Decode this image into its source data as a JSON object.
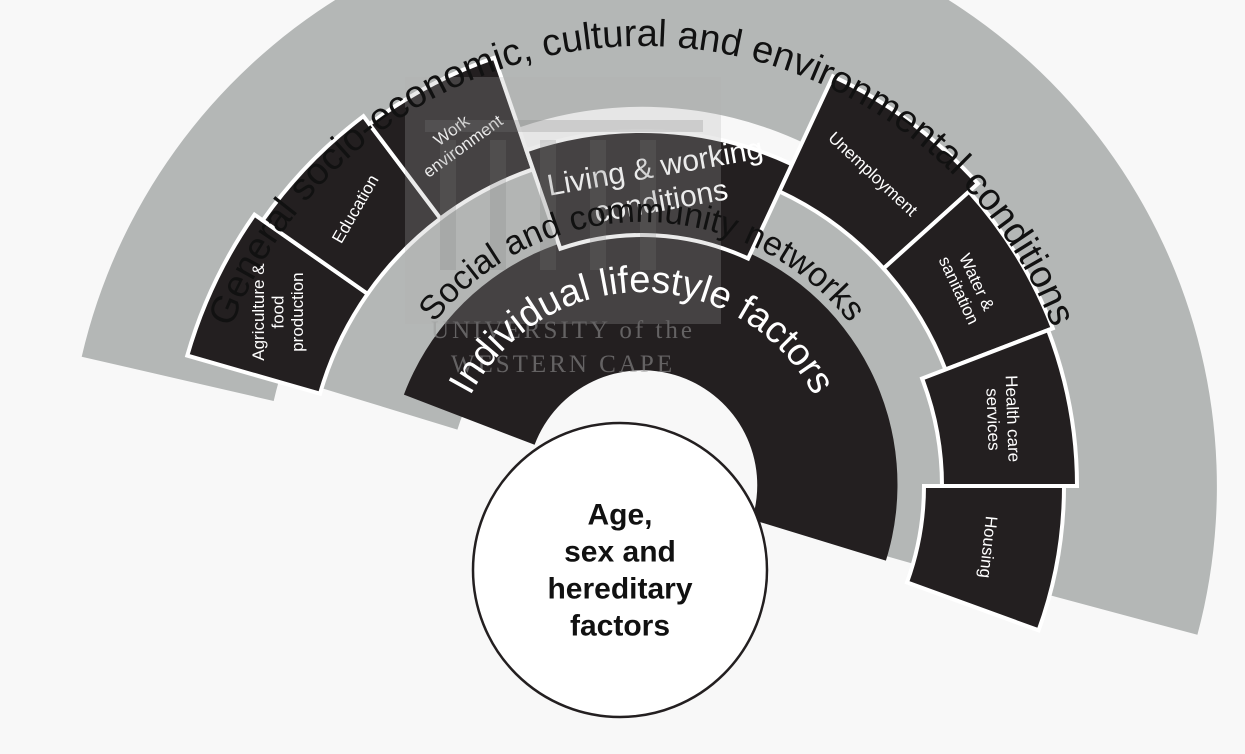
{
  "outer_band": {
    "label": "General socio-economic, cultural and environmental conditions"
  },
  "segments": [
    {
      "id": "agriculture",
      "lines": [
        "Agriculture &",
        "food",
        "production"
      ]
    },
    {
      "id": "education",
      "lines": [
        "Education"
      ]
    },
    {
      "id": "work-environment",
      "lines": [
        "Work",
        "environment"
      ]
    },
    {
      "id": "living-working",
      "lines": [
        "Living & working",
        "conditions"
      ]
    },
    {
      "id": "unemployment",
      "lines": [
        "Unemployment"
      ]
    },
    {
      "id": "water-sanitation",
      "lines": [
        "Water &",
        "sanitation"
      ]
    },
    {
      "id": "health-care",
      "lines": [
        "Health care",
        "services"
      ]
    },
    {
      "id": "housing",
      "lines": [
        "Housing"
      ]
    }
  ],
  "social_band": {
    "label": "Social and community networks"
  },
  "individual_band": {
    "label": "Individual lifestyle factors"
  },
  "core": {
    "lines": [
      "Age,",
      "sex and",
      "hereditary",
      "factors"
    ]
  },
  "watermark": {
    "line1": "UNIVERSITY of the",
    "line2": "WESTERN CAPE"
  },
  "colors": {
    "background": "#f8f8f8",
    "gray": "#b4b7b6",
    "dark": "#231f20",
    "white": "#ffffff"
  }
}
